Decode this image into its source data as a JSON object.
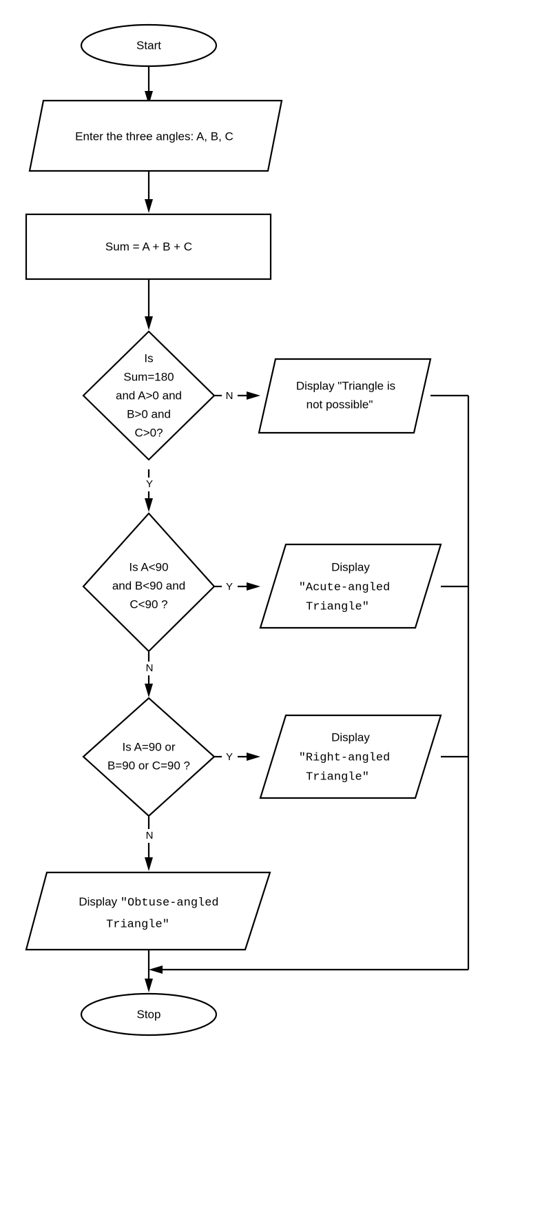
{
  "diagram": {
    "title": "Triangle type classification flowchart",
    "background_color": "#ffffff",
    "stroke_color": "#000000",
    "fill_color": "#ffffff"
  },
  "nodes": {
    "start": {
      "shape": "ellipse",
      "label": "Start"
    },
    "input_angles": {
      "shape": "parallelogram",
      "label": "Enter the three angles: A, B, C"
    },
    "compute_sum": {
      "shape": "rectangle",
      "label": "Sum = A + B + C"
    },
    "decision_valid": {
      "shape": "diamond",
      "line1": "Is",
      "line2": "Sum=180",
      "line3": "and A>0 and",
      "line4": "B>0 and",
      "line5": "C>0?"
    },
    "output_not_possible": {
      "shape": "parallelogram",
      "line1": "Display \"Triangle is",
      "line2": "not possible\""
    },
    "decision_acute": {
      "shape": "diamond",
      "line1": "Is A<90",
      "line2": "and B<90 and",
      "line3": "C<90 ?"
    },
    "output_acute": {
      "shape": "parallelogram",
      "line1": "Display",
      "line2": "\"Acute-angled",
      "line3": "Triangle\""
    },
    "decision_right": {
      "shape": "diamond",
      "line1": "Is A=90 or",
      "line2": "B=90 or C=90 ?"
    },
    "output_right": {
      "shape": "parallelogram",
      "line1": "Display",
      "line2": "\"Right-angled",
      "line3": "Triangle\""
    },
    "output_obtuse": {
      "shape": "parallelogram",
      "line1_plain": "Display ",
      "line1_mono": "\"Obtuse-angled",
      "line2_mono": "Triangle\""
    },
    "stop": {
      "shape": "ellipse",
      "label": "Stop"
    }
  },
  "edge_labels": {
    "valid_no": "N",
    "valid_yes": "Y",
    "acute_yes": "Y",
    "acute_no": "N",
    "right_yes": "Y",
    "right_no": "N"
  }
}
